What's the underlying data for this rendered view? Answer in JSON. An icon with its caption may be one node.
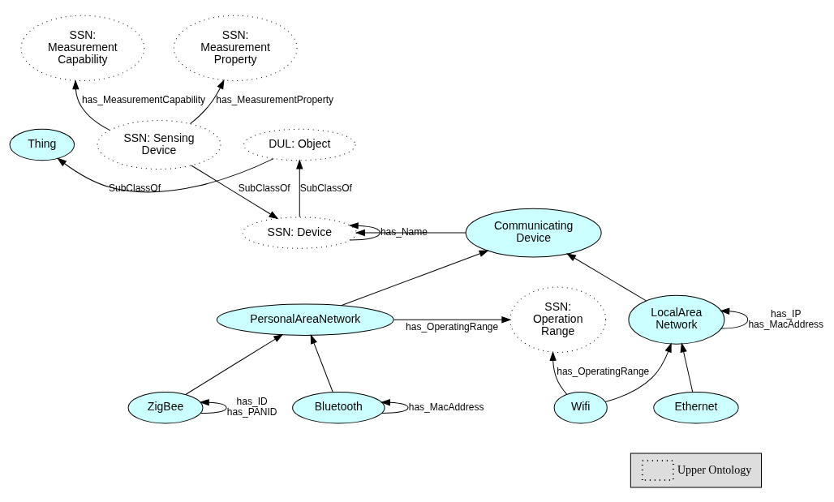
{
  "diagram": {
    "nodes": [
      {
        "text": [
          "Thing"
        ]
      },
      {
        "text": [
          "DUL: Object"
        ]
      },
      {
        "text": [
          "SSN: Sensing Device"
        ]
      },
      {
        "text": [
          "SSN: Measurement Capability"
        ]
      },
      {
        "text": [
          "SSN: Measurement Property"
        ]
      },
      {
        "text": [
          "SSN: Device"
        ]
      },
      {
        "text": [
          "Communicating Device"
        ]
      },
      {
        "text": [
          "PersonalAreaNetwork"
        ]
      },
      {
        "text": [
          "LocalArea Network"
        ]
      },
      {
        "text": [
          "SSN: Operation Range"
        ]
      },
      {
        "text": [
          "ZigBee"
        ]
      },
      {
        "text": [
          "Bluetooth"
        ]
      },
      {
        "text": [
          "Wifi"
        ]
      },
      {
        "text": [
          "Ethernet"
        ]
      }
    ],
    "edges": [
      {
        "from": 1,
        "to": 0,
        "arrow": "to",
        "label": "SubClassOf"
      },
      {
        "from": 5,
        "to": 1,
        "arrow": "to",
        "label": "SubClassOf"
      },
      {
        "from": 2,
        "to": 5,
        "arrow": "to",
        "label": "SubClassOf"
      },
      {
        "from": 5,
        "to": 5,
        "arrow": "to",
        "label": "has_Name"
      },
      {
        "from": 2,
        "to": 3,
        "arrow": "to",
        "label": "has_MeasurementCapability"
      },
      {
        "from": 2,
        "to": 4,
        "arrow": "to",
        "label": "has_MeasurementProperty"
      },
      {
        "from": 6,
        "to": 5,
        "arrow": "to"
      },
      {
        "from": 7,
        "to": 6,
        "arrow": "to"
      },
      {
        "from": 8,
        "to": 6,
        "arrow": "to"
      },
      {
        "from": 8,
        "to": 8,
        "arrow": "to",
        "label": "has_IP has_MacAddress"
      },
      {
        "from": 7,
        "to": 9,
        "arrow": "to",
        "label": "has_OperatingRange"
      },
      {
        "from": 10,
        "to": 7,
        "arrow": "to"
      },
      {
        "from": 11,
        "to": 7,
        "arrow": "to"
      },
      {
        "from": 12,
        "to": 8,
        "arrow": "to"
      },
      {
        "from": 13,
        "to": 8,
        "arrow": "to"
      },
      {
        "from": 10,
        "to": 10,
        "arrow": "to",
        "label": "has_ID has_PANID"
      },
      {
        "from": 11,
        "to": 11,
        "arrow": "to",
        "label": "has_MacAddress"
      },
      {
        "from": 12,
        "to": 9,
        "arrow": "to",
        "label": "has_OperatingRange"
      }
    ],
    "legend": [
      {
        "text": "Upper Ontology"
      }
    ]
  }
}
